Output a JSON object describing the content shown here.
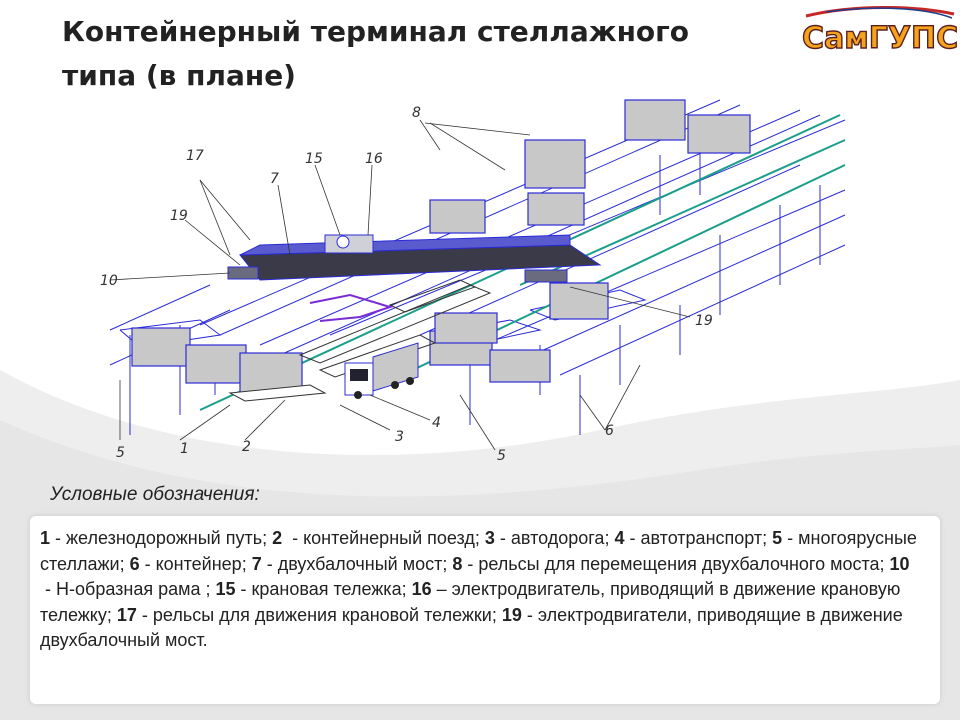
{
  "title": {
    "line1": "Контейнерный терминал стеллажного",
    "line2": "типа (в плане)"
  },
  "logo": {
    "text": "СамГУПС",
    "fill": "#f5a21c",
    "stroke": "#5b1f1f",
    "accent": "#c62828"
  },
  "diagram": {
    "labels": {
      "l8": "8",
      "l15": "15",
      "l16": "16",
      "l17": "17",
      "l7": "7",
      "l19a": "19",
      "l10": "10",
      "l19b": "19",
      "l6": "6",
      "l5a": "5",
      "l1": "1",
      "l2": "2",
      "l3": "3",
      "l4": "4",
      "l5b": "5"
    },
    "colors": {
      "frame": "#2b2bd6",
      "container_fill": "#c8c8c8",
      "bridge_fill": "#3a3a48",
      "rail": "#1b9e8a",
      "ink": "#333333"
    }
  },
  "legend": {
    "title": "Условные обозначения",
    "title_suffix": ":",
    "items": [
      {
        "num": "1",
        "sep": " - ",
        "text": "железнодорожный путь; "
      },
      {
        "num": "2",
        "sep": "  - ",
        "text": "контейнерный поезд; "
      },
      {
        "num": "3",
        "sep": " - ",
        "text": "автодорога; "
      },
      {
        "num": "4",
        "sep": " - ",
        "text": "автотранспорт; "
      },
      {
        "num": "5",
        "sep": " - ",
        "text": "многоярусные стеллажи; "
      },
      {
        "num": "6",
        "sep": " - ",
        "text": "контейнер; "
      },
      {
        "num": "7",
        "sep": " - ",
        "text": "двухбалочный мост; "
      },
      {
        "num": "8",
        "sep": " - ",
        "text": "рельсы для перемещения двухбалочного моста; "
      },
      {
        "num": "10",
        "sep": " - ",
        "text": "Н-образная рама ; "
      },
      {
        "num": "15",
        "sep": " - ",
        "text": "крановая тележка; "
      },
      {
        "num": "16",
        "sep": " – ",
        "text": "электродвигатель, приводящий в движение крановую тележку; "
      },
      {
        "num": "17",
        "sep": " - ",
        "text": "рельсы для движения крановой тележки; "
      },
      {
        "num": "19",
        "sep": " - ",
        "text": "электродвигатели, приводящие в движение двухбалочный мост."
      }
    ]
  }
}
